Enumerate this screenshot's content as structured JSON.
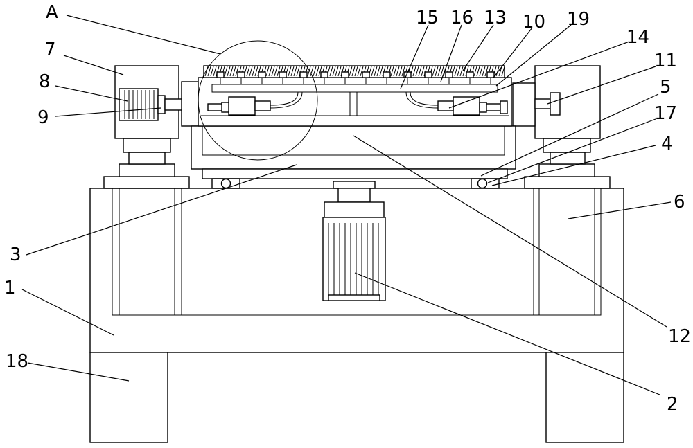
{
  "labels": {
    "A": "A",
    "n1": "1",
    "n2": "2",
    "n3": "3",
    "n4": "4",
    "n5": "5",
    "n6": "6",
    "n7": "7",
    "n8": "8",
    "n9": "9",
    "n10": "10",
    "n11": "11",
    "n12": "12",
    "n13": "13",
    "n14": "14",
    "n15": "15",
    "n16": "16",
    "n17": "17",
    "n18": "18",
    "n19": "19"
  },
  "colors": {
    "line": "#000000",
    "background": "#ffffff"
  }
}
